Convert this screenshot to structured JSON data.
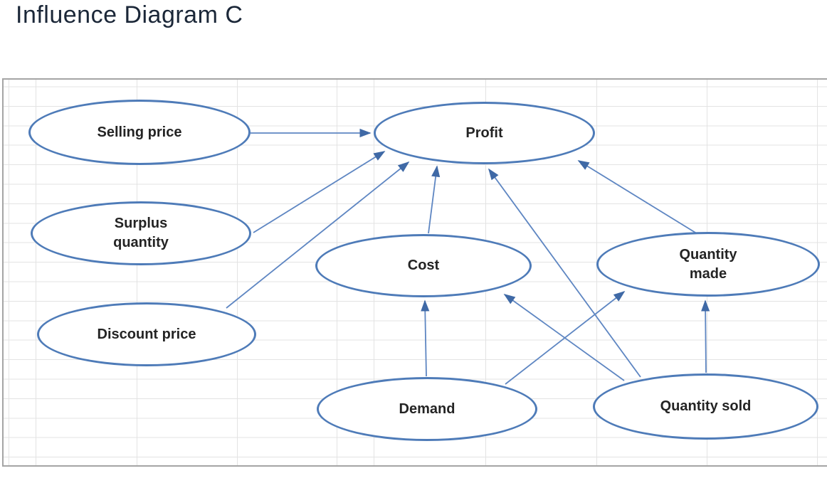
{
  "title": "Influence Diagram C",
  "diagram": {
    "nodes": [
      {
        "id": "selling-price",
        "label": "Selling price"
      },
      {
        "id": "profit",
        "label": "Profit"
      },
      {
        "id": "surplus-quantity",
        "label": "Surplus\nquantity"
      },
      {
        "id": "cost",
        "label": "Cost"
      },
      {
        "id": "quantity-made",
        "label": "Quantity\nmade"
      },
      {
        "id": "discount-price",
        "label": "Discount price"
      },
      {
        "id": "demand",
        "label": "Demand"
      },
      {
        "id": "quantity-sold",
        "label": "Quantity sold"
      }
    ],
    "edges": [
      {
        "from": "selling-price",
        "to": "profit"
      },
      {
        "from": "surplus-quantity",
        "to": "profit"
      },
      {
        "from": "discount-price",
        "to": "profit"
      },
      {
        "from": "cost",
        "to": "profit"
      },
      {
        "from": "quantity-made",
        "to": "profit"
      },
      {
        "from": "quantity-sold",
        "to": "profit"
      },
      {
        "from": "demand",
        "to": "cost"
      },
      {
        "from": "quantity-sold",
        "to": "cost"
      },
      {
        "from": "demand",
        "to": "quantity-made"
      },
      {
        "from": "quantity-sold",
        "to": "quantity-made"
      }
    ],
    "colors": {
      "node_stroke": "#4e7bb8",
      "arrow_line": "#5e86c2",
      "arrow_head": "#3f69a6",
      "label_text": "#242424",
      "title_text": "#1b2738",
      "grid_line": "#e3e3e3",
      "panel_border": "#a5a5a5"
    }
  }
}
